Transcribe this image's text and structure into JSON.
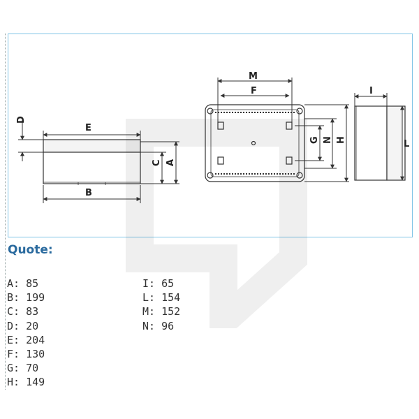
{
  "drawing": {
    "labels": {
      "D": "D",
      "E": "E",
      "B": "B",
      "C": "C",
      "A": "A",
      "M": "M",
      "F": "F",
      "G": "G",
      "N": "N",
      "H": "H",
      "I": "I",
      "L": "L"
    }
  },
  "section_title": "Quote:",
  "dimensions_left": [
    {
      "text": "A: 85"
    },
    {
      "text": "B: 199"
    },
    {
      "text": "C: 83"
    },
    {
      "text": "D: 20"
    },
    {
      "text": "E: 204"
    },
    {
      "text": "F: 130"
    },
    {
      "text": "G: 70"
    },
    {
      "text": "H: 149"
    }
  ],
  "dimensions_right": [
    {
      "text": "I: 65"
    },
    {
      "text": "L: 154"
    },
    {
      "text": "M: 152"
    },
    {
      "text": "N: 96"
    }
  ],
  "colors": {
    "frame": "#7fc4e6",
    "title": "#2a6a9e",
    "line": "#333333"
  }
}
